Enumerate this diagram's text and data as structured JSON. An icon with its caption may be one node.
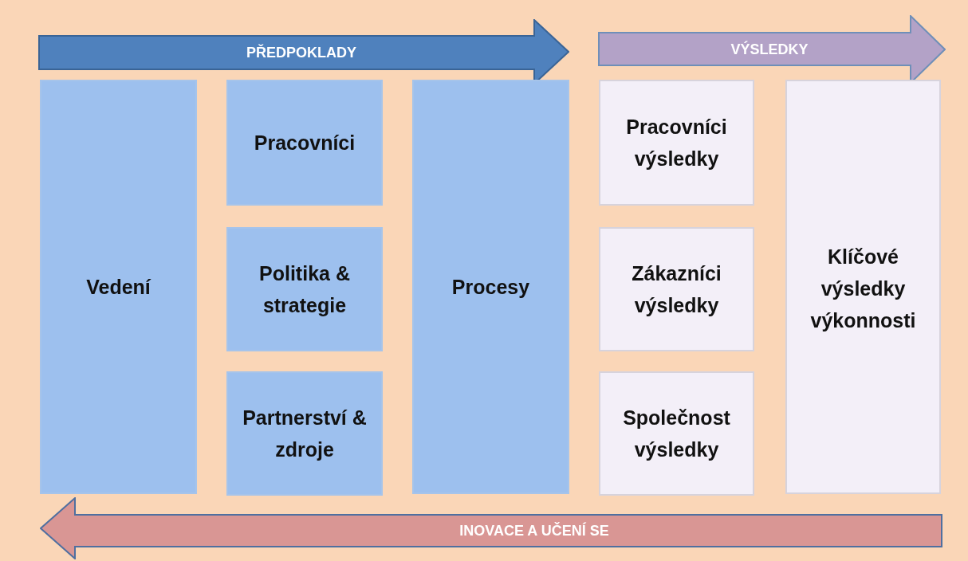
{
  "diagram": {
    "nodes": [
      {
        "text": [
          "PŘEDPOKLADY"
        ]
      },
      {
        "text": [
          "VÝSLEDKY"
        ]
      },
      {
        "text": [
          "Vedení"
        ]
      },
      {
        "text": [
          "Pracovníci"
        ]
      },
      {
        "text": [
          "Politika & strategie"
        ]
      },
      {
        "text": [
          "Partnerství & zdroje"
        ]
      },
      {
        "text": [
          "Procesy"
        ]
      },
      {
        "text": [
          "Pracovníci výsledky"
        ]
      },
      {
        "text": [
          "Zákazníci výsledky"
        ]
      },
      {
        "text": [
          "Společnost výsledky"
        ]
      },
      {
        "text": [
          "Klíčové výsledky výkonnosti"
        ]
      },
      {
        "text": [
          "INOVACE A UČENÍ SE"
        ]
      }
    ]
  }
}
